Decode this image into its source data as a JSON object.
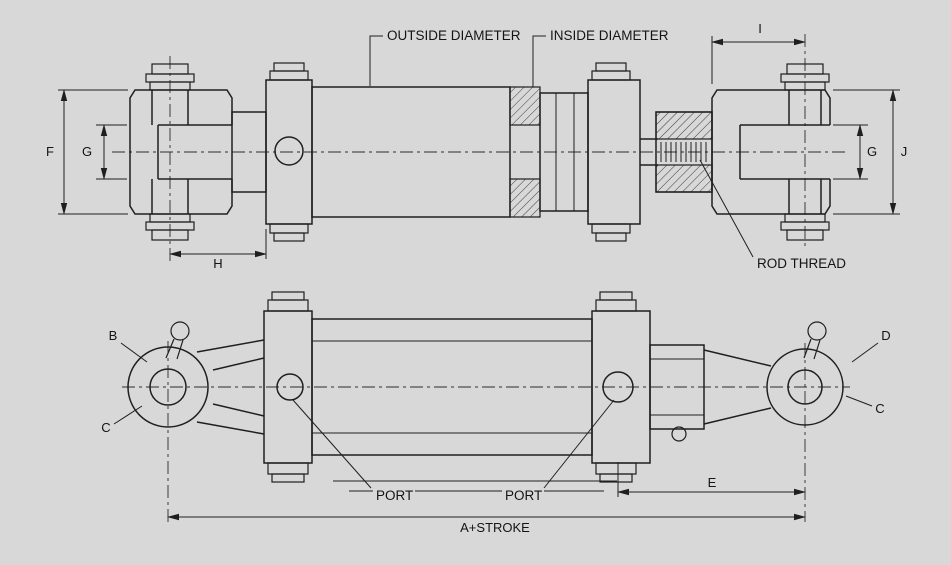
{
  "canvas": {
    "background": "#d8d8d8",
    "ink": "#1f1f1f"
  },
  "top_view": {
    "callouts": {
      "outside_diameter": "OUTSIDE DIAMETER",
      "inside_diameter": "INSIDE DIAMETER",
      "rod_thread": "ROD THREAD"
    },
    "dims": {
      "f": "F",
      "g_left": "G",
      "h": "H",
      "i": "I",
      "g_right": "G",
      "j": "J"
    }
  },
  "bottom_view": {
    "callouts": {
      "port_left": "PORT",
      "port_right": "PORT"
    },
    "dims": {
      "b": "B",
      "c_left": "C",
      "d": "D",
      "c_right": "C",
      "e": "E",
      "a_stroke": "A+STROKE"
    }
  }
}
